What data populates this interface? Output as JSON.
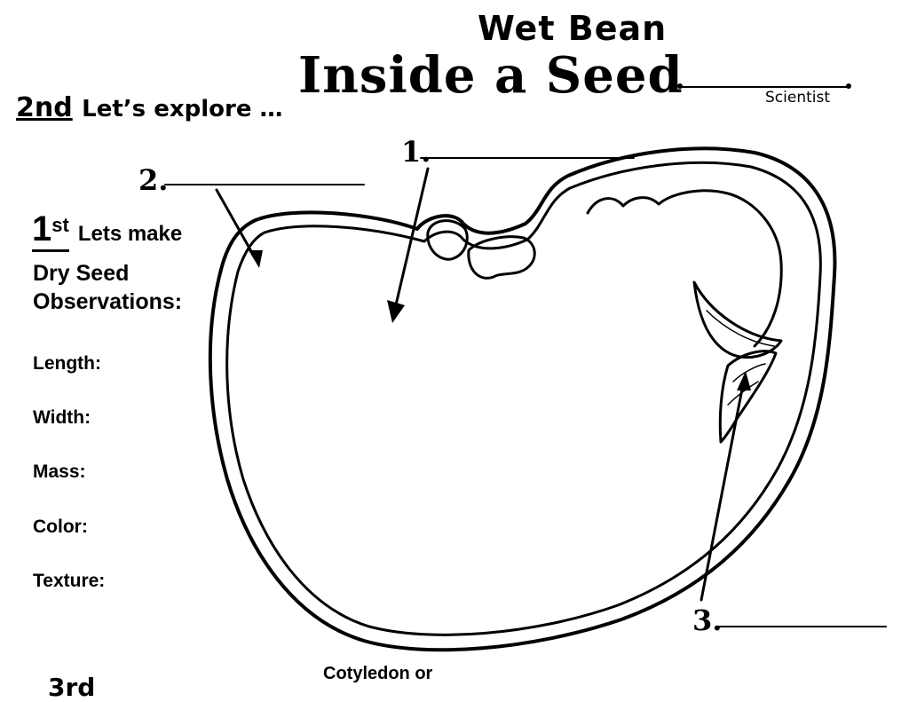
{
  "header": {
    "subtitle": "Wet Bean",
    "title": "Inside a Seed",
    "scientist_label": "Scientist"
  },
  "step2": {
    "number": "2nd",
    "text": "Let’s explore …"
  },
  "step1": {
    "number": "1",
    "superscript": "st",
    "text": "Lets make",
    "heading_line1": "Dry Seed",
    "heading_line2": "Observations:"
  },
  "observations": [
    "Length:",
    "Width:",
    "Mass:",
    "Color:",
    "Texture:"
  ],
  "labels": {
    "one": "1.",
    "two": "2.",
    "three": "3."
  },
  "bottom": {
    "cotyledon": "Cotyledon or",
    "fragment": "3rd"
  }
}
